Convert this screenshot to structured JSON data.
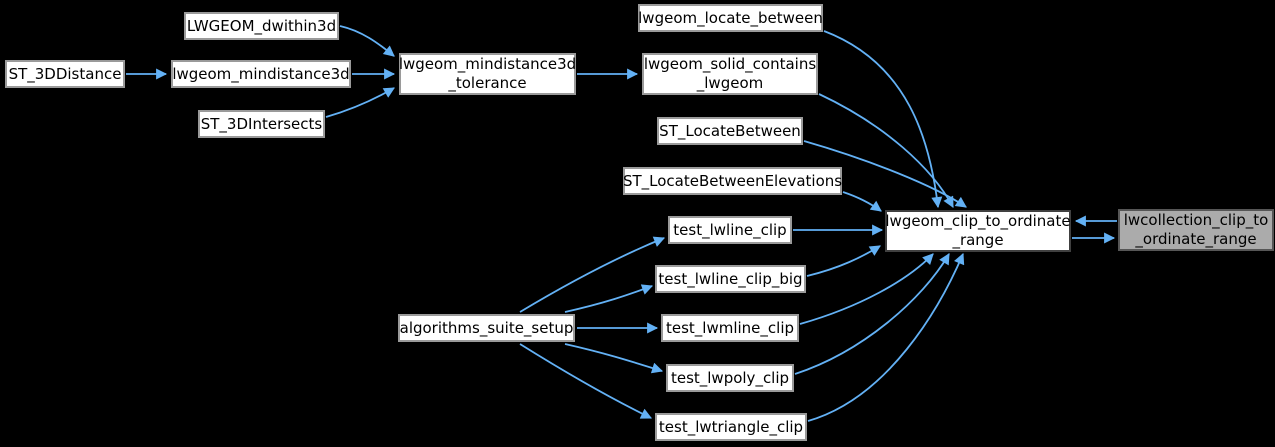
{
  "diagram": {
    "type": "doxygen-caller-graph",
    "background_color": "#000000",
    "edge_color": "#63b1f5",
    "node_fill": "#ffffff",
    "node_border": "#9a9a9a",
    "focus_node_border": "#404040",
    "current_node_fill": "#ababab",
    "current_node_border": "#565656"
  },
  "nodes": [
    {
      "id": "ST_3DDistance",
      "label": "ST_3DDistance"
    },
    {
      "id": "LWGEOM_dwithin3d",
      "label": "LWGEOM_dwithin3d"
    },
    {
      "id": "lwgeom_mindistance3d",
      "label": "lwgeom_mindistance3d"
    },
    {
      "id": "ST_3DIntersects",
      "label": "ST_3DIntersects"
    },
    {
      "id": "lwgeom_mindistance3d_tolerance",
      "label": "lwgeom_mindistance3d\n_tolerance"
    },
    {
      "id": "lwgeom_locate_between",
      "label": "lwgeom_locate_between"
    },
    {
      "id": "lwgeom_solid_contains_lwgeom",
      "label": "lwgeom_solid_contains\n_lwgeom"
    },
    {
      "id": "ST_LocateBetween",
      "label": "ST_LocateBetween"
    },
    {
      "id": "ST_LocateBetweenElevations",
      "label": "ST_LocateBetweenElevations"
    },
    {
      "id": "test_lwline_clip",
      "label": "test_lwline_clip"
    },
    {
      "id": "test_lwline_clip_big",
      "label": "test_lwline_clip_big"
    },
    {
      "id": "algorithms_suite_setup",
      "label": "algorithms_suite_setup"
    },
    {
      "id": "test_lwmline_clip",
      "label": "test_lwmline_clip"
    },
    {
      "id": "test_lwpoly_clip",
      "label": "test_lwpoly_clip"
    },
    {
      "id": "test_lwtriangle_clip",
      "label": "test_lwtriangle_clip"
    },
    {
      "id": "lwgeom_clip_to_ordinate_range",
      "label": "lwgeom_clip_to_ordinate\n_range"
    },
    {
      "id": "lwcollection_clip_to_ordinate_range",
      "label": "lwcollection_clip_to\n_ordinate_range"
    }
  ],
  "edges": [
    {
      "from": "ST_3DDistance",
      "to": "lwgeom_mindistance3d"
    },
    {
      "from": "LWGEOM_dwithin3d",
      "to": "lwgeom_mindistance3d_tolerance"
    },
    {
      "from": "lwgeom_mindistance3d",
      "to": "lwgeom_mindistance3d_tolerance"
    },
    {
      "from": "ST_3DIntersects",
      "to": "lwgeom_mindistance3d_tolerance"
    },
    {
      "from": "lwgeom_mindistance3d_tolerance",
      "to": "lwgeom_solid_contains_lwgeom"
    },
    {
      "from": "lwgeom_locate_between",
      "to": "lwgeom_clip_to_ordinate_range"
    },
    {
      "from": "lwgeom_solid_contains_lwgeom",
      "to": "lwgeom_clip_to_ordinate_range"
    },
    {
      "from": "ST_LocateBetween",
      "to": "lwgeom_clip_to_ordinate_range"
    },
    {
      "from": "ST_LocateBetweenElevations",
      "to": "lwgeom_clip_to_ordinate_range"
    },
    {
      "from": "test_lwline_clip",
      "to": "lwgeom_clip_to_ordinate_range"
    },
    {
      "from": "test_lwline_clip_big",
      "to": "lwgeom_clip_to_ordinate_range"
    },
    {
      "from": "test_lwmline_clip",
      "to": "lwgeom_clip_to_ordinate_range"
    },
    {
      "from": "test_lwpoly_clip",
      "to": "lwgeom_clip_to_ordinate_range"
    },
    {
      "from": "test_lwtriangle_clip",
      "to": "lwgeom_clip_to_ordinate_range"
    },
    {
      "from": "algorithms_suite_setup",
      "to": "test_lwline_clip"
    },
    {
      "from": "algorithms_suite_setup",
      "to": "test_lwline_clip_big"
    },
    {
      "from": "algorithms_suite_setup",
      "to": "test_lwmline_clip"
    },
    {
      "from": "algorithms_suite_setup",
      "to": "test_lwpoly_clip"
    },
    {
      "from": "algorithms_suite_setup",
      "to": "test_lwtriangle_clip"
    },
    {
      "from": "lwcollection_clip_to_ordinate_range",
      "to": "lwgeom_clip_to_ordinate_range"
    },
    {
      "from": "lwgeom_clip_to_ordinate_range",
      "to": "lwcollection_clip_to_ordinate_range"
    }
  ]
}
